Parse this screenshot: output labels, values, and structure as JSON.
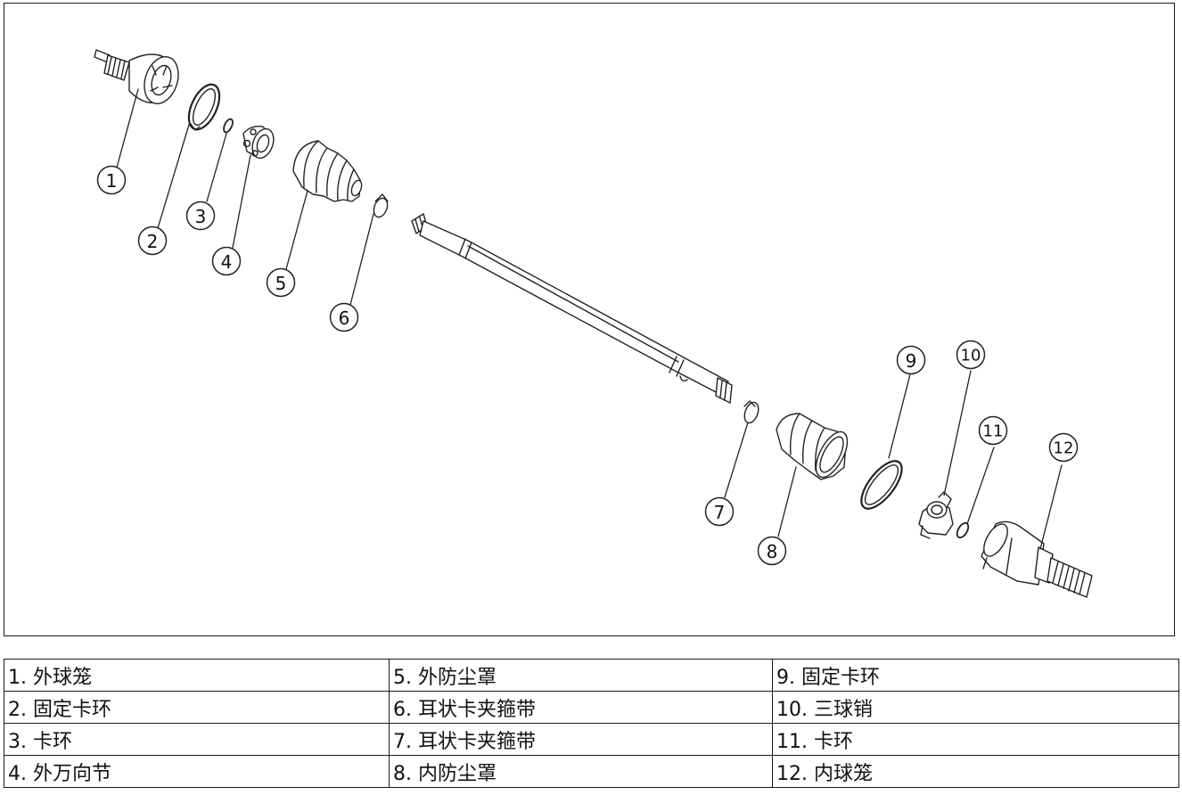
{
  "callouts": [
    "1",
    "2",
    "3",
    "4",
    "5",
    "6",
    "7",
    "8",
    "9",
    "10",
    "11",
    "12"
  ],
  "legend": {
    "rows": [
      [
        "1. 外球笼",
        "5. 外防尘罩",
        "9. 固定卡环"
      ],
      [
        "2. 固定卡环",
        "6. 耳状卡夹箍带",
        "10. 三球销"
      ],
      [
        "3. 卡环",
        "7. 耳状卡夹箍带",
        "11. 卡环"
      ],
      [
        "4. 外万向节",
        "8. 内防尘罩",
        "12. 内球笼"
      ]
    ]
  }
}
